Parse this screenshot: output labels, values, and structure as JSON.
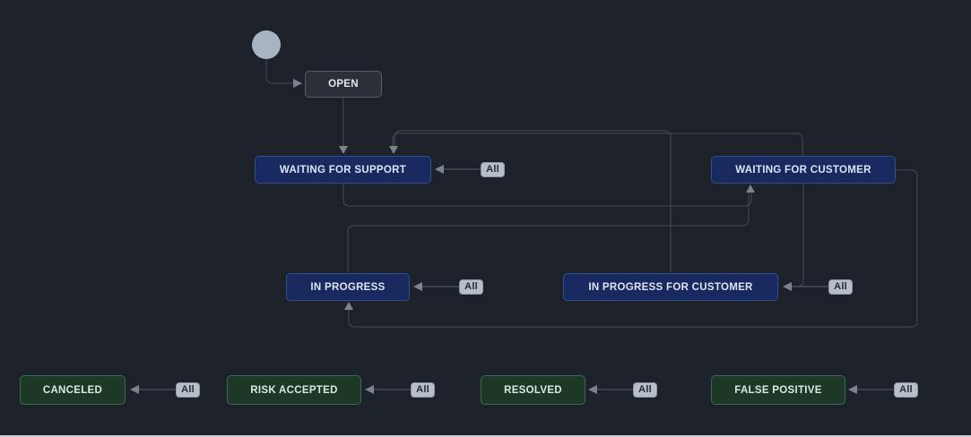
{
  "workflow": {
    "all_label": "All",
    "start_node": {
      "name": "start"
    },
    "nodes": [
      {
        "id": "open",
        "label": "OPEN",
        "kind": "initial"
      },
      {
        "id": "waiting-for-support",
        "label": "WAITING FOR SUPPORT",
        "kind": "active"
      },
      {
        "id": "waiting-for-customer",
        "label": "WAITING FOR CUSTOMER",
        "kind": "active"
      },
      {
        "id": "in-progress",
        "label": "IN PROGRESS",
        "kind": "active"
      },
      {
        "id": "in-progress-for-customer",
        "label": "IN PROGRESS FOR CUSTOMER",
        "kind": "active"
      },
      {
        "id": "canceled",
        "label": "CANCELED",
        "kind": "terminal"
      },
      {
        "id": "risk-accepted",
        "label": "RISK ACCEPTED",
        "kind": "terminal"
      },
      {
        "id": "resolved",
        "label": "RESOLVED",
        "kind": "terminal"
      },
      {
        "id": "false-positive",
        "label": "FALSE POSITIVE",
        "kind": "terminal"
      }
    ],
    "transitions": [
      {
        "from": "start",
        "to": "open"
      },
      {
        "from": "open",
        "to": "waiting-for-support"
      },
      {
        "from": "waiting-for-customer",
        "to": "waiting-for-support"
      },
      {
        "from": "in-progress-for-customer",
        "to": "waiting-for-support"
      },
      {
        "from": "all",
        "to": "waiting-for-support"
      },
      {
        "from": "waiting-for-support",
        "to": "waiting-for-customer"
      },
      {
        "from": "in-progress",
        "to": "waiting-for-customer"
      },
      {
        "from": "waiting-for-customer",
        "to": "in-progress"
      },
      {
        "from": "all",
        "to": "in-progress"
      },
      {
        "from": "waiting-for-customer",
        "to": "in-progress-for-customer"
      },
      {
        "from": "all",
        "to": "in-progress-for-customer"
      },
      {
        "from": "all",
        "to": "canceled"
      },
      {
        "from": "all",
        "to": "risk-accepted"
      },
      {
        "from": "all",
        "to": "resolved"
      },
      {
        "from": "all",
        "to": "false-positive"
      }
    ],
    "colors": {
      "background": "#1d2129",
      "node_active_fill": "#17295e",
      "node_active_border": "#30508f",
      "node_terminal_fill": "#1d3826",
      "node_terminal_border": "#3a6b4f",
      "node_initial_fill": "#2b3038",
      "node_initial_border": "#565d66",
      "badge_fill": "#b6bfc8",
      "edge_line": "#454c55",
      "arrowhead": "#7b838e",
      "start_circle": "#a9b4c2"
    }
  }
}
